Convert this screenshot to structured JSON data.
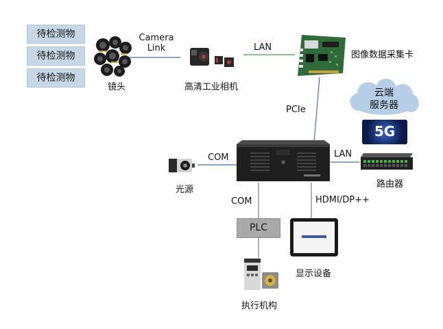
{
  "objects": [
    "待检测物",
    "待检测物",
    "待检测物"
  ],
  "nodes": {
    "lens": "镜头",
    "camera": "高清工业相机",
    "capture_card": "图像数据采集卡",
    "cloud": "云端\n服务器",
    "fiveg": "5G",
    "router": "路由器",
    "light": "光源",
    "plc": "PLC",
    "actuator": "执行机构",
    "display": "显示设备"
  },
  "links": {
    "camera_link": "Camera\nLink",
    "lan_top": "LAN",
    "pcie": "PCIe",
    "lan_router": "LAN",
    "com_light": "COM",
    "com_plc": "COM",
    "hdmi": "HDMI/DP++"
  },
  "colors": {
    "object_box": "#c7d7e6",
    "plc_box": "#a9a9a9",
    "line_blue": "#4a6fa8",
    "line_green": "#4a9a4a",
    "line_gray": "#808080",
    "cloud": "#b6cfe6"
  }
}
